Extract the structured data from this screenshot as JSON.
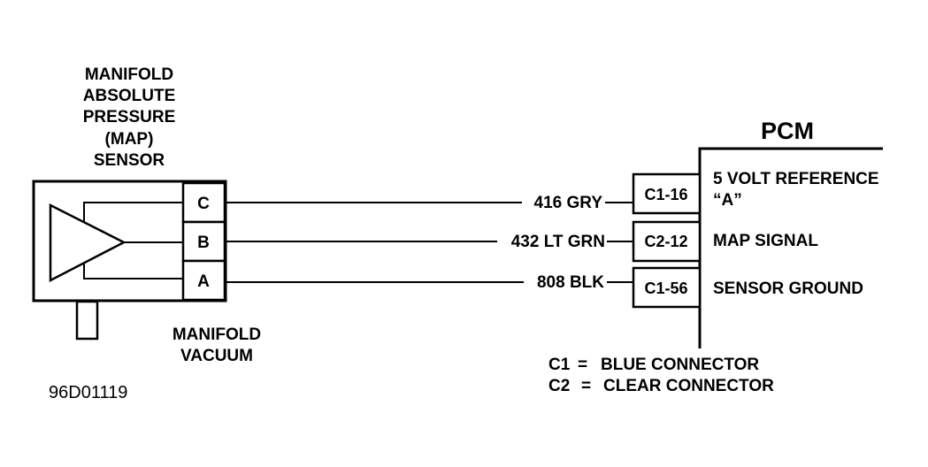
{
  "sensor": {
    "title_lines": [
      "MANIFOLD",
      "ABSOLUTE",
      "PRESSURE",
      "(MAP)",
      "SENSOR"
    ],
    "pins": [
      "C",
      "B",
      "A"
    ],
    "vacuum_lines": [
      "MANIFOLD",
      "VACUUM"
    ]
  },
  "wires": [
    {
      "label": "416 GRY"
    },
    {
      "label": "432 LT GRN"
    },
    {
      "label": "808 BLK"
    }
  ],
  "pcm": {
    "title": "PCM",
    "connectors": [
      "C1-16",
      "C2-12",
      "C1-56"
    ],
    "signals": [
      {
        "line1": "5 VOLT REFERENCE",
        "line2": "“A”"
      },
      {
        "line1": "MAP SIGNAL",
        "line2": ""
      },
      {
        "line1": "SENSOR GROUND",
        "line2": ""
      }
    ]
  },
  "legend": [
    {
      "code": "C1",
      "eq": "=",
      "text": "BLUE CONNECTOR"
    },
    {
      "code": "C2",
      "eq": "=",
      "text": "CLEAR CONNECTOR"
    }
  ],
  "figure_id": "96D01119",
  "colors": {
    "ink": "#000000",
    "paper": "#ffffff"
  }
}
